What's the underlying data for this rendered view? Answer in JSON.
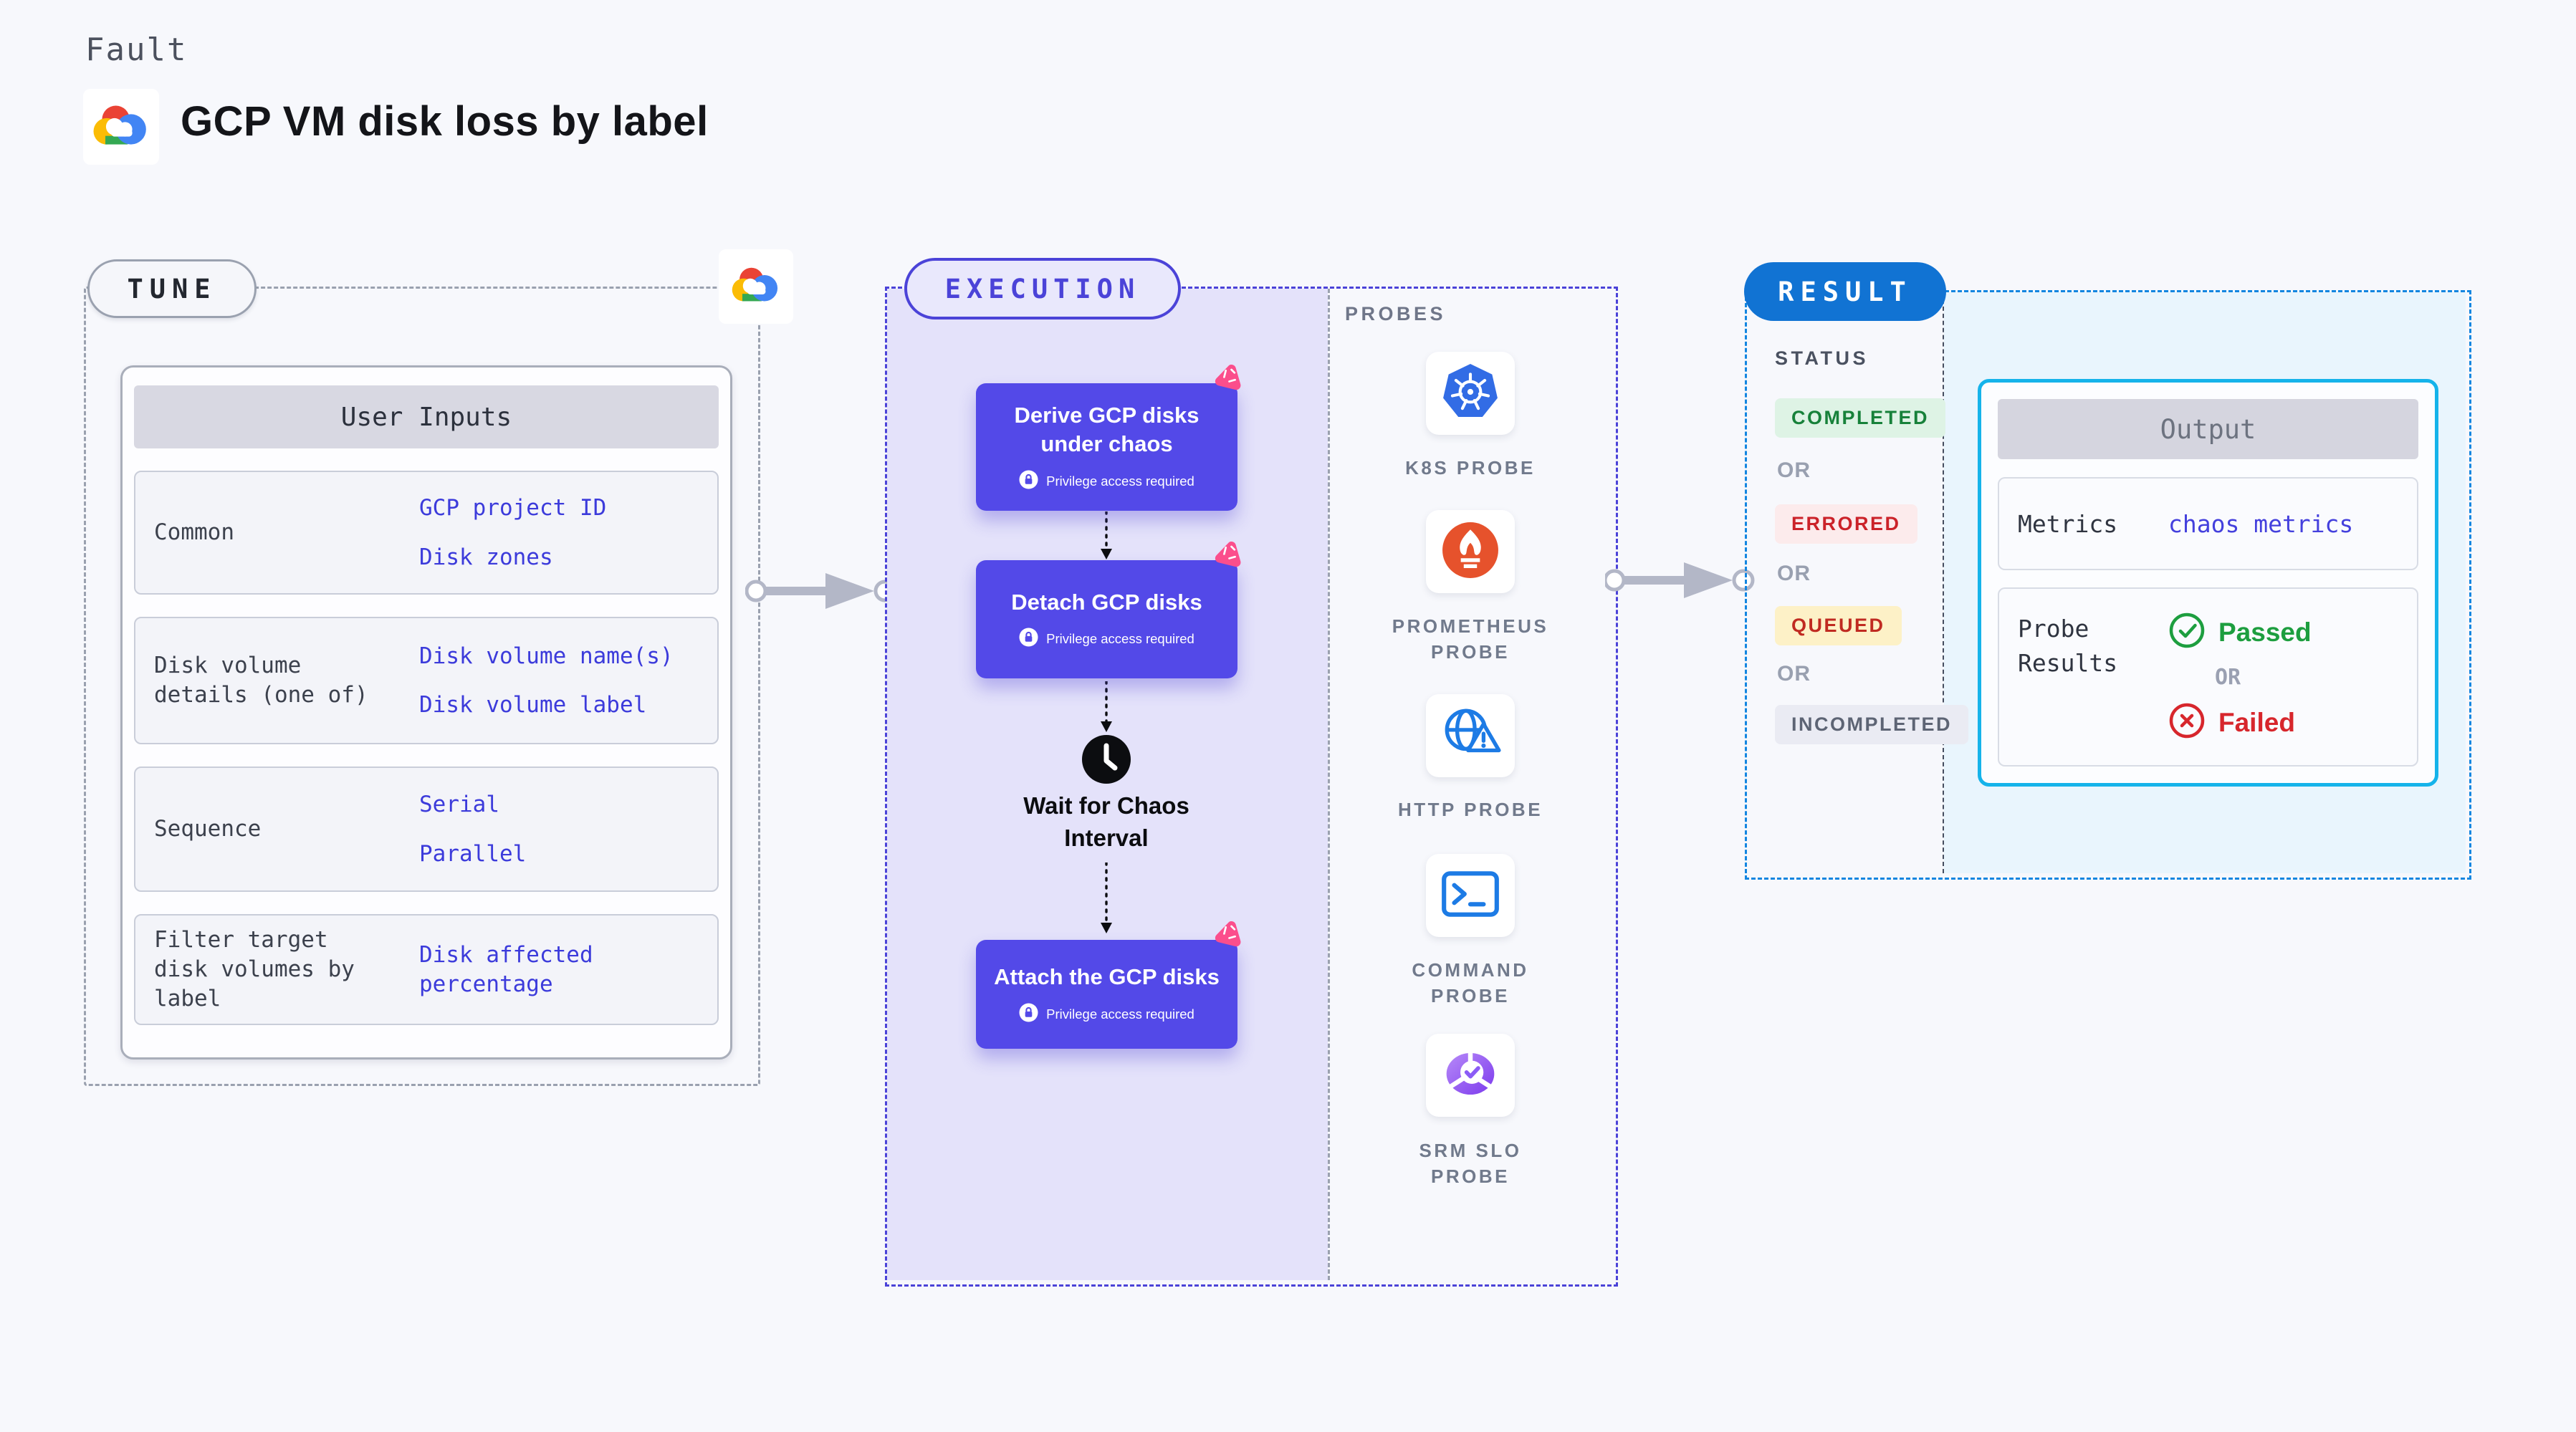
{
  "header": {
    "kicker": "Fault",
    "title": "GCP VM disk loss by label"
  },
  "tune": {
    "pill": "TUNE",
    "user_inputs": {
      "header": "User Inputs",
      "rows": [
        {
          "label": "Common",
          "values": [
            "GCP project ID",
            "Disk zones"
          ]
        },
        {
          "label": "Disk volume details (one of)",
          "values": [
            "Disk volume name(s)",
            "Disk volume label"
          ]
        },
        {
          "label": "Sequence",
          "values": [
            "Serial",
            "Parallel"
          ]
        },
        {
          "label": "Filter target disk volumes by label",
          "values": [
            "Disk affected percentage"
          ]
        }
      ]
    }
  },
  "execution": {
    "pill": "EXECUTION",
    "steps": [
      {
        "title": "Derive GCP disks under chaos",
        "badge": "Privilege access required"
      },
      {
        "title": "Detach GCP disks",
        "badge": "Privilege access required"
      },
      {
        "title": "Attach the GCP disks",
        "badge": "Privilege access required"
      }
    ],
    "wait_label": "Wait for Chaos Interval"
  },
  "probes": {
    "title": "PROBES",
    "items": [
      {
        "label": "K8S PROBE",
        "icon": "kubernetes-icon"
      },
      {
        "label": "PROMETHEUS PROBE",
        "icon": "prometheus-icon"
      },
      {
        "label": "HTTP PROBE",
        "icon": "http-globe-warning-icon"
      },
      {
        "label": "COMMAND PROBE",
        "icon": "terminal-icon"
      },
      {
        "label": "SRM SLO PROBE",
        "icon": "slo-gauge-check-icon"
      }
    ]
  },
  "result": {
    "pill": "RESULT",
    "status": {
      "title": "STATUS",
      "or": "OR",
      "badges": [
        {
          "label": "COMPLETED"
        },
        {
          "label": "ERRORED"
        },
        {
          "label": "QUEUED"
        },
        {
          "label": "INCOMPLETED"
        }
      ]
    },
    "output": {
      "header": "Output",
      "metrics_label": "Metrics",
      "metrics_value": "chaos metrics",
      "probe_results_label": "Probe Results",
      "passed": "Passed",
      "or": "OR",
      "failed": "Failed"
    }
  },
  "colors": {
    "page_bg": "#f7f8fc",
    "accent_indigo": "#5349e8",
    "execution_border": "#4b43d8",
    "lavender_fill": "#e4e2fa",
    "result_blue": "#1173d3",
    "result_dash": "#1386e0",
    "output_border": "#15b3ea",
    "value_text": "#3c3bdb",
    "chaos_pink": "#fb4e8c",
    "completed_green": "#17813a",
    "errored_red": "#cb2229",
    "queued_bg": "#fdf1c7",
    "passed_green": "#1d9e3f",
    "failed_red": "#d7262c",
    "k8s_blue": "#326ce5",
    "prometheus_orange": "#e6522c",
    "probe_icon_blue": "#1d7be5",
    "srm_purple": "#7c3aed"
  }
}
